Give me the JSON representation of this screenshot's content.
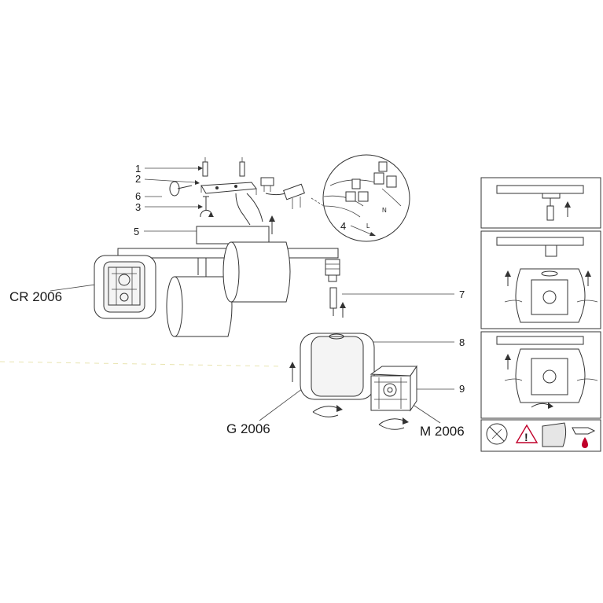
{
  "callouts": {
    "c1": "1",
    "c2": "2",
    "c6": "6",
    "c3": "3",
    "c5": "5",
    "c4": "4",
    "c7": "7",
    "c8": "8",
    "c9": "9"
  },
  "models": {
    "cr": "CR 2006",
    "g": "G 2006",
    "m": "M 2006"
  },
  "wires": {
    "neutral": "N",
    "live": "L"
  },
  "colors": {
    "line": "#333333",
    "drop": "#c0002a",
    "warning": "#c0002a"
  },
  "icons": {
    "no_tools": "no-tools-icon",
    "warning": "warning-triangle-icon",
    "cloth": "soft-cloth-icon",
    "no_water": "no-water-icon"
  }
}
